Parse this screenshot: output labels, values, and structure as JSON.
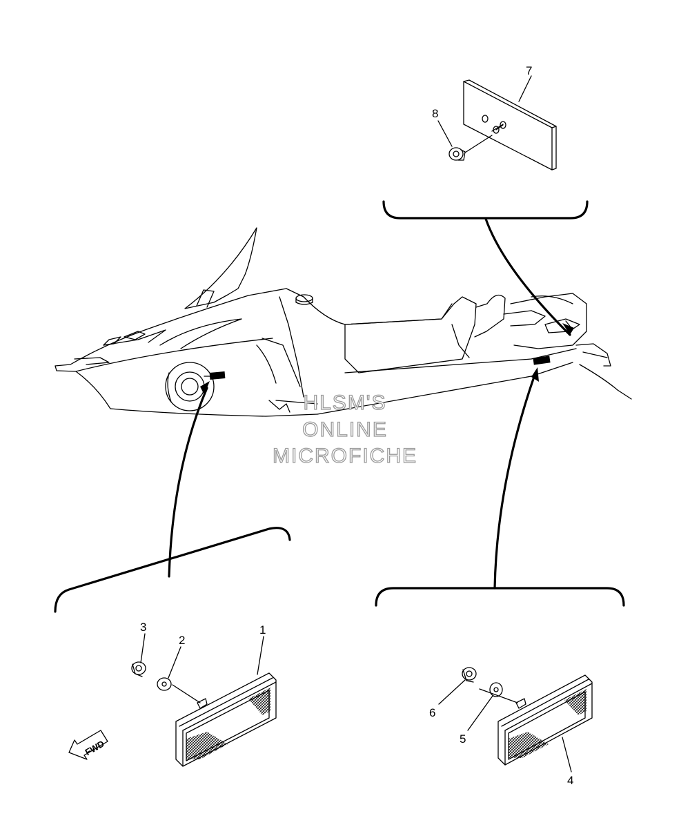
{
  "callouts": {
    "c1": "1",
    "c2": "2",
    "c3": "3",
    "c4": "4",
    "c5": "5",
    "c6": "6",
    "c7": "7",
    "c8": "8"
  },
  "watermark": {
    "line1": "HLSM'S",
    "line2": "ONLINE",
    "line3": "MICROFICHE"
  },
  "fwd_label": "FWD"
}
